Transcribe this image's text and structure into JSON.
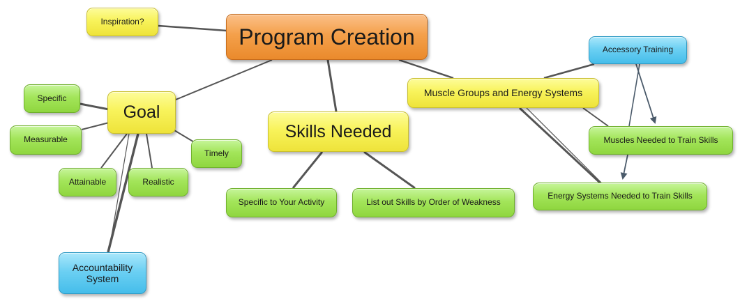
{
  "colors": {
    "central": "#f4a04a",
    "primary": "#f8f35b",
    "detail": "#a3e55a",
    "support": "#6cd0f3",
    "connector": "#555555",
    "arrow": "#4a5a6a"
  },
  "nodes": {
    "program_creation": "Program Creation",
    "inspiration": "Inspiration?",
    "goal": "Goal",
    "specific": "Specific",
    "measurable": "Measurable",
    "attainable": "Attainable",
    "realistic": "Realistic",
    "timely": "Timely",
    "accountability_system": "Accountability System",
    "skills_needed": "Skills Needed",
    "specific_to_activity": "Specific to Your Activity",
    "list_skills_weakness": "List out Skills by Order of Weakness",
    "muscle_groups_energy": "Muscle Groups and Energy Systems",
    "accessory_training": "Accessory Training",
    "muscles_needed": "Muscles Needed to Train Skills",
    "energy_systems_needed": "Energy Systems Needed to Train Skills"
  }
}
